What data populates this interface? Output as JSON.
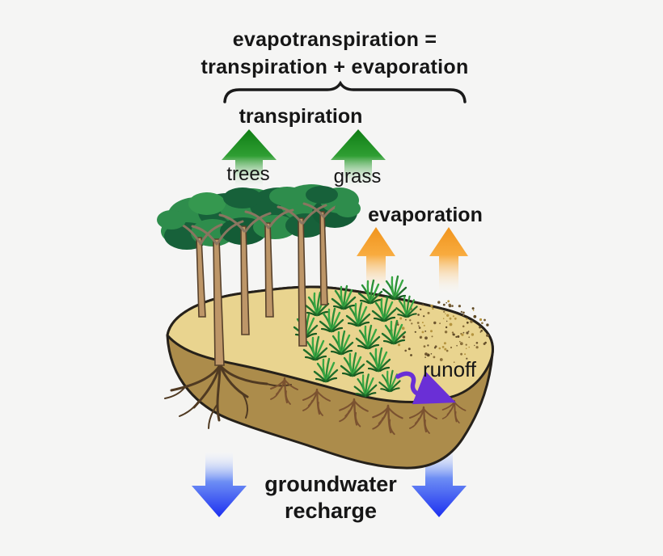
{
  "title": {
    "line1": "evapotranspiration =",
    "line2": "transpiration + evaporation"
  },
  "labels": {
    "transpiration": "transpiration",
    "trees": "trees",
    "grass": "grass",
    "evaporation": "evaporation",
    "runoff": "runoff",
    "groundwater_line1": "groundwater",
    "groundwater_line2": "recharge"
  },
  "icons": {
    "brace": "curly-brace-over",
    "transpiration_arrows": "green-up-arrow-fading-tail",
    "evaporation_arrows": "orange-up-arrow-fading-tail",
    "groundwater_arrows": "blue-down-arrow-fading-top",
    "runoff_arrow": "purple-curved-arrow-right"
  },
  "colors": {
    "background": "#f5f5f4",
    "text": "#161616",
    "transpiration_arrow_green": "#12821a",
    "evaporation_arrow_orange": "#f59f28",
    "groundwater_arrow_blue": "#2036ef",
    "runoff_arrow_purple": "#6a2fd6",
    "soil_top": "#e9d48f",
    "soil_side": "#ac8c4b",
    "soil_outline": "#26211a",
    "tree_canopy_medium": "#2e8d4c",
    "tree_canopy_dark": "#17613a",
    "tree_trunk": "#bd9668",
    "grass_green": "#38a843",
    "root_brown": "#7b5230"
  }
}
